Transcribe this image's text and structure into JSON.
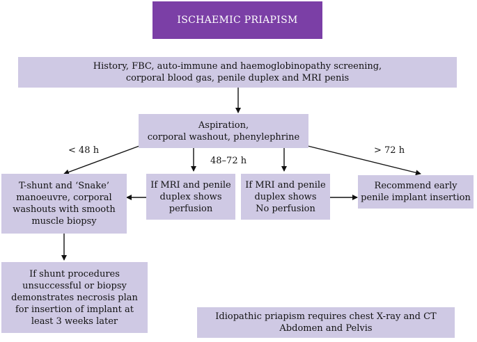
{
  "title": "ISCHAEMIC PRIAPISM",
  "nodes": {
    "screening": [
      "History, FBC, auto-immune and haemoglobinopathy screening,",
      "corporal blood gas, penile duplex and MRI penis"
    ],
    "aspiration": [
      "Aspiration,",
      "corporal washout, phenylephrine"
    ],
    "tshunt": [
      "T-shunt and ‘Snake’",
      "manoeuvre, corporal",
      "washouts with smooth",
      "muscle biopsy"
    ],
    "perfusion": [
      "If MRI and penile",
      "duplex shows",
      "perfusion"
    ],
    "no_perfusion": [
      "If MRI and penile",
      "duplex shows",
      "No perfusion"
    ],
    "implant": [
      "Recommend early",
      "penile implant insertion"
    ],
    "shunt_fail": [
      "If shunt procedures",
      "unsuccessful or biopsy",
      "demonstrates necrosis plan",
      "for insertion of implant at",
      "least 3 weeks later"
    ],
    "idiopathic": [
      "Idiopathic priapism requires chest X-ray and CT",
      "Abdomen and Pelvis"
    ]
  },
  "edge_labels": {
    "lt48": "< 48 h",
    "mid": "48–72 h",
    "gt72": "> 72 h"
  }
}
